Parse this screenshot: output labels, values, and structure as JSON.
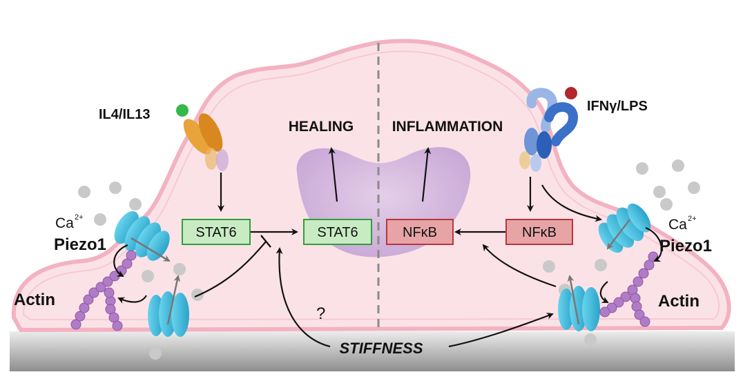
{
  "labels": {
    "il4": "IL4/IL13",
    "ifn": "IFNγ/LPS",
    "healing": "HEALING",
    "inflammation": "INFLAMMATION",
    "stat6_left": "STAT6",
    "stat6_nuc": "STAT6",
    "nfkb_nuc": "NFκB",
    "nfkb_right": "NFκB",
    "ca_left": "Ca",
    "ca_left_sup": "2+",
    "ca_right": "Ca",
    "ca_right_sup": "2+",
    "piezo_left": "Piezo1",
    "piezo_right": "Piezo1",
    "actin_left": "Actin",
    "actin_right": "Actin",
    "stiffness": "STIFFNESS",
    "question": "?"
  },
  "colors": {
    "cell_fill": "#fbe2e6",
    "cell_border": "#f2a9bb",
    "nucleus": "#d9bfe0",
    "substrate_top": "#e6e6e6",
    "substrate_bottom": "#9a9a9a",
    "stat6_fill": "#c9ebc4",
    "stat6_border": "#2f9e3c",
    "nfkb_fill": "#e6a4a6",
    "nfkb_border": "#b8343b",
    "piezo": "#4fc3e0",
    "actin": "#b07cc6",
    "ion": "#c8c8c8",
    "il4_ligand": "#34b84a",
    "ifn_ligand": "#b3262e",
    "il4_receptor": "#e08a1f",
    "ifn_receptor": "#3a70c8"
  },
  "icons": [
    "piezo1-channel-icon",
    "actin-filament-icon",
    "il4-receptor-icon",
    "ifn-receptor-icon",
    "calcium-ion-icon"
  ]
}
